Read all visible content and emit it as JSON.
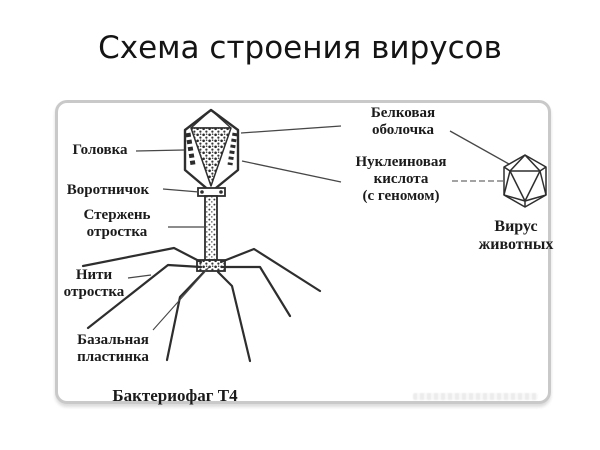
{
  "title": "Схема строения вирусов",
  "figure": {
    "caption_phage": "Бактериофаг Т4",
    "labels": {
      "head": "Головка",
      "collar": "Воротничок",
      "tail_rod_lines": [
        "Стержень",
        "отростка"
      ],
      "tail_fibers_lines": [
        "Нити",
        "отростка"
      ],
      "base_plate_lines": [
        "Базальная",
        "пластинка"
      ],
      "protein_coat_lines": [
        "Белковая",
        "оболочка"
      ],
      "nucleic_acid_lines": [
        "Нуклеиновая",
        "кислота",
        "(с геномом)"
      ],
      "animal_virus_lines": [
        "Вирус",
        "животных"
      ]
    }
  },
  "colors": {
    "ink": "#2e2e2e",
    "line": "#474747",
    "box_border": "#c9c9c9",
    "background": "#ffffff"
  }
}
